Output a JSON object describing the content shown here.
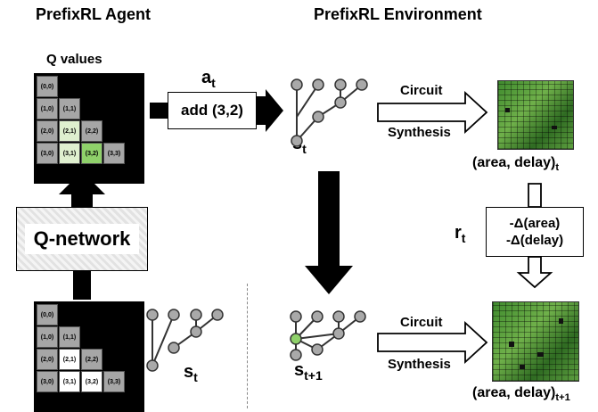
{
  "agent_title": "PrefixRL Agent",
  "env_title": "PrefixRL Environment",
  "q_values_label": "Q values",
  "q_network_label": "Q-network",
  "action_label_main": "a",
  "action_label_sub": "t",
  "action_box": "add (3,2)",
  "state_main": "s",
  "state_sub_t": "t",
  "state_sub_t1": "t+1",
  "circuit_label": "Circuit",
  "synthesis_label": "Synthesis",
  "area_delay_t_main": "(area, delay)",
  "area_delay_t_sub": "t",
  "area_delay_t1_sub": "t+1",
  "reward_main": "r",
  "reward_sub": "t",
  "reward_line1": "-Δ(area)",
  "reward_line2": "-Δ(delay)",
  "grid_top": {
    "cells": [
      {
        "label": "(0,0)",
        "style": "gray"
      },
      {
        "label": "(1,0)",
        "style": "gray"
      },
      {
        "label": "(1,1)",
        "style": "gray"
      },
      {
        "label": "(2,0)",
        "style": "gray"
      },
      {
        "label": "(2,1)",
        "style": "lg"
      },
      {
        "label": "(2,2)",
        "style": "gray"
      },
      {
        "label": "(3,0)",
        "style": "gray"
      },
      {
        "label": "(3,1)",
        "style": "lg"
      },
      {
        "label": "(3,2)",
        "style": "g"
      },
      {
        "label": "(3,3)",
        "style": "gray"
      }
    ]
  },
  "grid_bottom": {
    "cells": [
      {
        "label": "(0,0)",
        "style": "gray"
      },
      {
        "label": "(1,0)",
        "style": "gray"
      },
      {
        "label": "(1,1)",
        "style": "gray"
      },
      {
        "label": "(2,0)",
        "style": "gray"
      },
      {
        "label": "(2,1)",
        "style": "w"
      },
      {
        "label": "(2,2)",
        "style": "gray"
      },
      {
        "label": "(3,0)",
        "style": "gray"
      },
      {
        "label": "(3,1)",
        "style": "w"
      },
      {
        "label": "(3,2)",
        "style": "w"
      },
      {
        "label": "(3,3)",
        "style": "gray"
      }
    ]
  },
  "colors": {
    "highlight_green": "#8fd16a",
    "light_green": "#dff0cf",
    "gray_cell": "#a6a6a6",
    "node_gray": "#a9a9a9"
  }
}
